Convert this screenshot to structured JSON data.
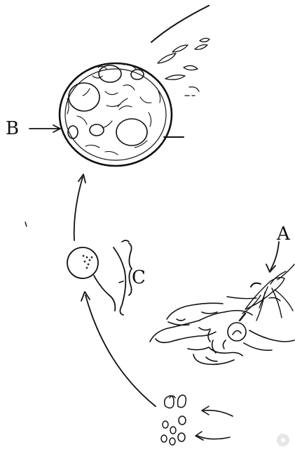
{
  "diagram": {
    "labels": {
      "a": "A",
      "b": "B",
      "c": "C"
    },
    "colors": {
      "ink": "#111111",
      "background": "#ffffff"
    }
  }
}
